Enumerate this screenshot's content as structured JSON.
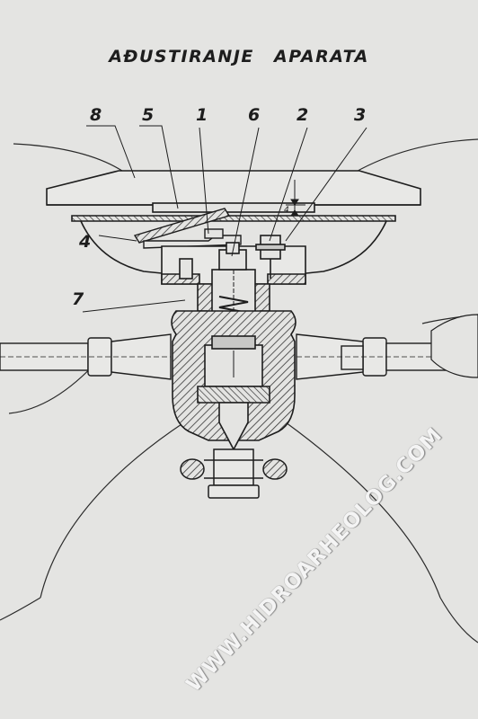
{
  "title": "AĐUSTIRANJE   APARATA",
  "callouts": {
    "c8": "8",
    "c5": "5",
    "c1": "1",
    "c6": "6",
    "c2": "2",
    "c3": "3",
    "c4": "4",
    "c7": "7"
  },
  "dimension_label": "4",
  "watermark": "WWW.HIDROARHEOLOG.COM",
  "colors": {
    "paper": "#e4e4e2",
    "ink": "#1d1d1d",
    "hatch": "#333333"
  }
}
